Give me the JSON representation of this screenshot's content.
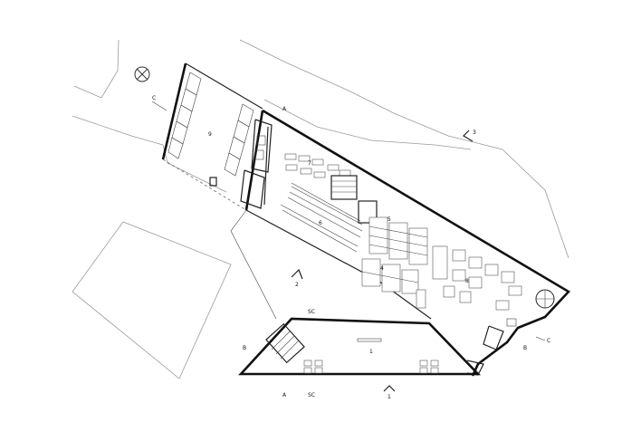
{
  "labels": {
    "section_a": "A",
    "section_b": "B",
    "section_c": "C",
    "section_sc": "SC",
    "num_1": "1",
    "num_2": "2",
    "num_3": "3",
    "num_4": "4",
    "num_5": "5",
    "num_6": "6",
    "num_7": "7",
    "num_8": "8",
    "num_9": "9"
  }
}
